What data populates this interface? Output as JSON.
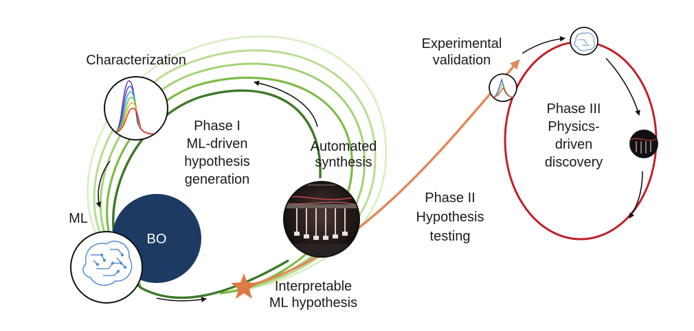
{
  "labels": {
    "characterization": "Characterization",
    "ml": "ML",
    "bo": "BO",
    "phase1": [
      "Phase I",
      "ML-driven",
      "hypothesis",
      "generation"
    ],
    "automated_synthesis": [
      "Automated",
      "synthesis"
    ],
    "phase2": [
      "Phase II",
      "Hypothesis",
      "testing"
    ],
    "interpretable": [
      "Interpretable",
      "ML hypothesis"
    ],
    "experimental_validation": [
      "Experimental",
      "validation"
    ],
    "phase3": [
      "Phase III",
      "Physics-",
      "driven",
      "discovery"
    ]
  },
  "colors": {
    "loop_dark": "#3f7a2a",
    "loop_mid": "#7dbb45",
    "loop_light": "#b9dd92",
    "loop_pale": "#dcefc8",
    "phase2_arrow": "#e0895a",
    "star": "#e07a45",
    "phase3_ring": "#c0202a",
    "bo_fill": "#1d3a63",
    "brain": "#5b8fd4"
  }
}
